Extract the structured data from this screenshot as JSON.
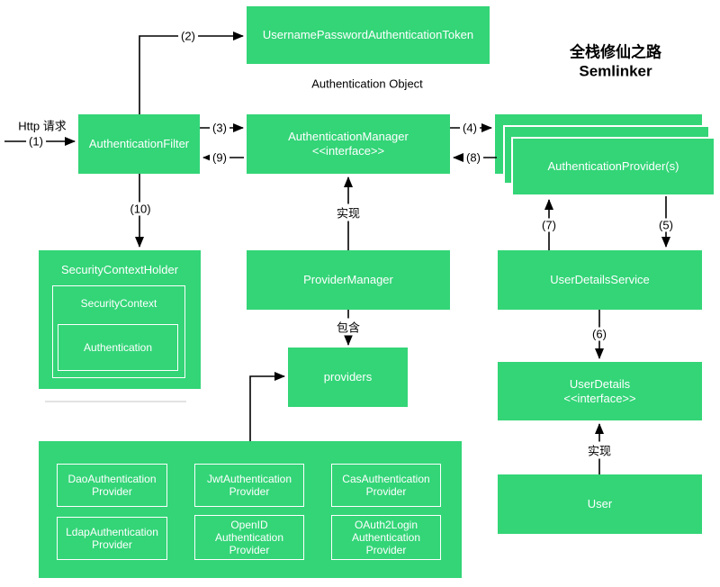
{
  "colors": {
    "box_green": "#33d577",
    "box_text": "#ffffff",
    "line_black": "#000000",
    "annotation_black": "#000000"
  },
  "watermark": {
    "line1": "全栈修仙之路",
    "line2": "Semlinker"
  },
  "annotations": {
    "http_request": "Http 请求",
    "auth_object": "Authentication Object",
    "implements_manager": "实现",
    "contains": "包含",
    "implements_user": "实现"
  },
  "steps": {
    "s1": "(1)",
    "s2": "(2)",
    "s3": "(3)",
    "s4": "(4)",
    "s5": "(5)",
    "s6": "(6)",
    "s7": "(7)",
    "s8": "(8)",
    "s9": "(9)",
    "s10": "(10)"
  },
  "boxes": {
    "token": "UsernamePasswordAuthenticationToken",
    "filter": "AuthenticationFilter",
    "manager": {
      "line1": "AuthenticationManager",
      "line2": "<<interface>>"
    },
    "provider_stack": "AuthenticationProvider(s)",
    "security_context_holder": "SecurityContextHolder",
    "security_context": "SecurityContext",
    "authentication": "Authentication",
    "provider_manager": "ProviderManager",
    "providers": "providers",
    "user_details_service": "UserDetailsService",
    "user_details": {
      "line1": "UserDetails",
      "line2": "<<interface>>"
    },
    "user": "User",
    "impl_providers": [
      "DaoAuthentication Provider",
      "JwtAuthentication Provider",
      "CasAuthentication Provider",
      "LdapAuthentication Provider",
      "OpenID Authentication Provider",
      "OAuth2Login Authentication Provider"
    ]
  }
}
